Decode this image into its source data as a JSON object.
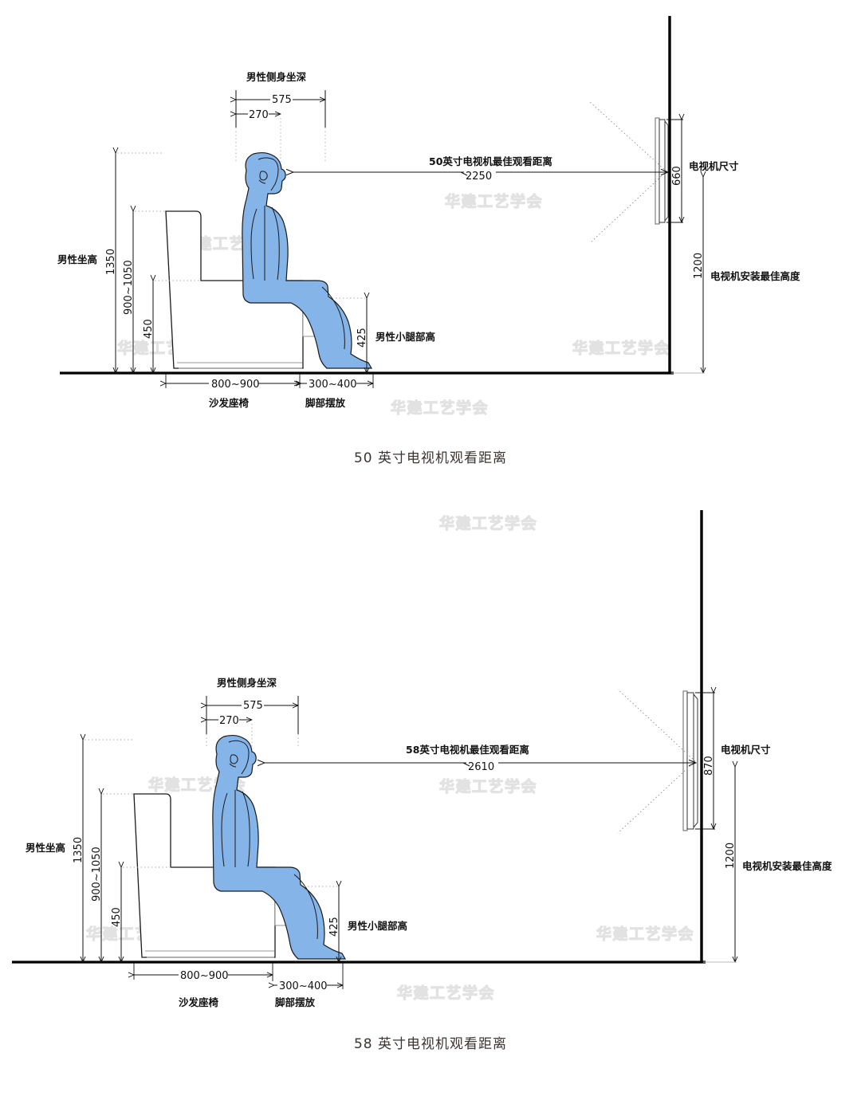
{
  "page": {
    "title": "电视机观看距离人体工程学图",
    "watermark": "华建工艺学会",
    "colors": {
      "figure_fill": "#85b4e8",
      "figure_stroke": "#1a1a1a",
      "line": "#111111",
      "wall": "#000000",
      "watermark": "#e2e2e2"
    }
  },
  "diagrams": [
    {
      "id": "tv-50",
      "caption": "50 英寸电视机观看距离",
      "dimensions": {
        "seat_depth_label": "男性侧身坐深",
        "seat_depth_value": "575",
        "head_depth_value": "270",
        "viewing_distance_label": "50英寸电视机最佳观看距离",
        "viewing_distance_value": "2250",
        "sitting_height_label": "男性坐高",
        "sitting_height_value": "1350",
        "backrest_value": "900~1050",
        "seat_height_value": "450",
        "lower_leg_label": "男性小腿部高",
        "lower_leg_value": "425",
        "sofa_width_label": "沙发座椅",
        "sofa_width_value": "800~900",
        "foot_space_label": "脚部摆放",
        "foot_space_value": "300~400",
        "tv_size_label": "电视机尺寸",
        "tv_size_value": "660",
        "tv_mount_label": "电视机安装最佳高度",
        "tv_mount_value": "1200"
      }
    },
    {
      "id": "tv-58",
      "caption": "58 英寸电视机观看距离",
      "dimensions": {
        "seat_depth_label": "男性侧身坐深",
        "seat_depth_value": "575",
        "head_depth_value": "270",
        "viewing_distance_label": "58英寸电视机最佳观看距离",
        "viewing_distance_value": "2610",
        "sitting_height_label": "男性坐高",
        "sitting_height_value": "1350",
        "backrest_value": "900~1050",
        "seat_height_value": "450",
        "lower_leg_label": "男性小腿部高",
        "lower_leg_value": "425",
        "sofa_width_label": "沙发座椅",
        "sofa_width_value": "800~900",
        "foot_space_label": "脚部摆放",
        "foot_space_value": "300~400",
        "tv_size_label": "电视机尺寸",
        "tv_size_value": "870",
        "tv_mount_label": "电视机安装最佳高度",
        "tv_mount_value": "1200"
      }
    }
  ]
}
